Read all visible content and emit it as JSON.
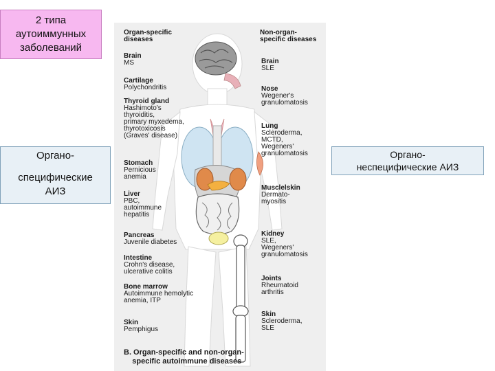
{
  "title_box": {
    "line1": "2 типа",
    "line2": "аутоиммунных",
    "line3": "заболеваний"
  },
  "organ_specific_box": {
    "line1": "Органо-",
    "line2": "специфические",
    "line3": "АИЗ"
  },
  "non_organ_box": {
    "line1": "Органо-",
    "line2": "неспецифические АИЗ"
  },
  "figure": {
    "left_header": [
      "Organ-specific",
      "diseases"
    ],
    "right_header": [
      "Non-organ-",
      "specific diseases"
    ],
    "left_items": [
      {
        "organ": "Brain",
        "disease": [
          "MS"
        ]
      },
      {
        "organ": "Cartilage",
        "disease": [
          "Polychondritis"
        ]
      },
      {
        "organ": "Thyroid gland",
        "disease": [
          "Hashimoto's",
          "thyroiditis,",
          "primary myxedema,",
          "thyrotoxicosis",
          "(Graves' disease)"
        ]
      },
      {
        "organ": "Stomach",
        "disease": [
          "Pernicious",
          "anemia"
        ]
      },
      {
        "organ": "Liver",
        "disease": [
          "PBC,",
          "autoimmune",
          "hepatitis"
        ]
      },
      {
        "organ": "Pancreas",
        "disease": [
          "Juvenile diabetes"
        ]
      },
      {
        "organ": "Intestine",
        "disease": [
          "Crohn's disease,",
          "ulcerative colitis"
        ]
      },
      {
        "organ": "Bone marrow",
        "disease": [
          "Autoimmune hemolytic",
          "anemia, ITP"
        ]
      },
      {
        "organ": "Skin",
        "disease": [
          "Pemphigus"
        ]
      }
    ],
    "right_items": [
      {
        "organ": "Brain",
        "disease": [
          "SLE"
        ]
      },
      {
        "organ": "Nose",
        "disease": [
          "Wegener's",
          "granulomatosis"
        ]
      },
      {
        "organ": "Lung",
        "disease": [
          "Scleroderma,",
          "MCTD,",
          "Wegeners'",
          "granulomatosis"
        ]
      },
      {
        "organ": "Musclelskin",
        "disease": [
          "Dermato-",
          "myositis"
        ]
      },
      {
        "organ": "Kidney",
        "disease": [
          "SLE,",
          "Wegeners'",
          "granulomatosis"
        ]
      },
      {
        "organ": "Joints",
        "disease": [
          "Rheumatoid",
          "arthritis"
        ]
      },
      {
        "organ": "Skin",
        "disease": [
          "Scleroderma,",
          "SLE"
        ]
      }
    ],
    "caption": [
      "B. Organ-specific and non-organ-",
      "specific autoimmune diseases"
    ]
  },
  "colors": {
    "title_bg": "#f7b8f0",
    "box_bg": "#e8f0f6",
    "figure_bg": "#efefef",
    "body_outline": "#ffffff",
    "lung": "#cfe4f2",
    "heart_thyroid": "#f2b8c8",
    "liver_kidney": "#e08a4a",
    "bladder": "#f5f0a0"
  }
}
